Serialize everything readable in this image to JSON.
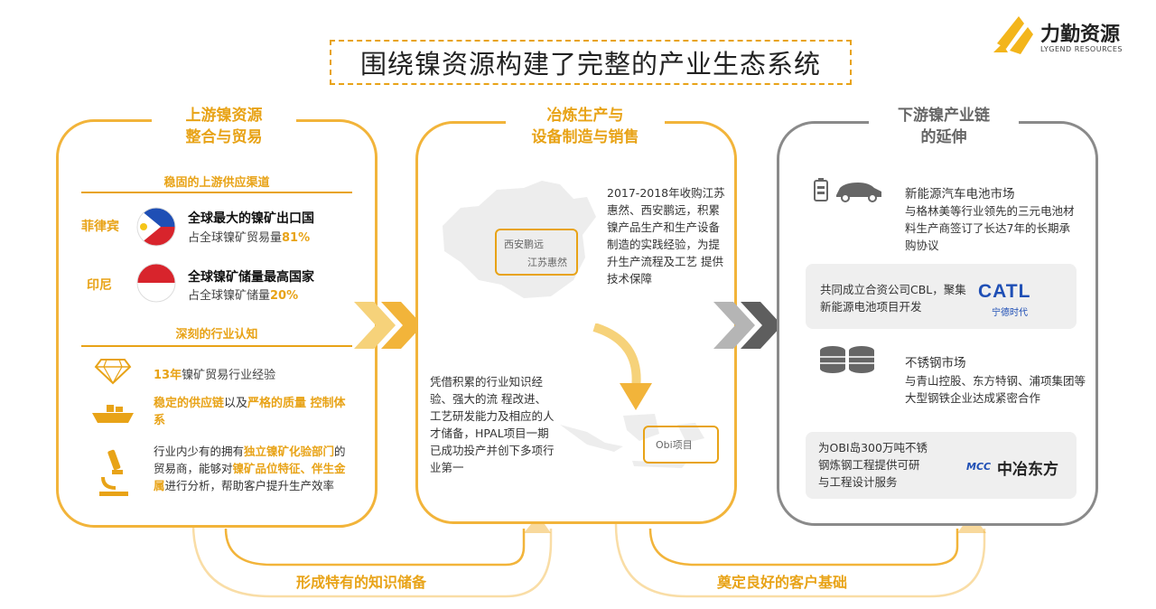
{
  "title": "围绕镍资源构建了完整的产业生态系统",
  "logo": {
    "name": "力勤资源",
    "sub": "LYGEND RESOURCES"
  },
  "upstream": {
    "title_line1": "上游镍资源",
    "title_line2": "整合与贸易",
    "section1": "稳固的上游供应渠道",
    "ph_country": "菲律宾",
    "ph_strong": "全球最大的镍矿出口国",
    "ph_sub_pre": "占全球镍矿贸易量",
    "ph_sub_val": "81%",
    "id_country": "印尼",
    "id_strong": "全球镍矿储量最高国家",
    "id_sub_pre": "占全球镍矿储量",
    "id_sub_val": "20%",
    "section2": "深刻的行业认知",
    "item1_hl": "13年",
    "item1_rest": "镍矿贸易行业经验",
    "item2_hl1": "稳定的供应链",
    "item2_mid": "以及",
    "item2_hl2": "严格的质量 控制体系",
    "item3_a": "行业内少有的拥有",
    "item3_hl1": "独立镍矿化验部门",
    "item3_b": "的贸易商，能够对",
    "item3_hl2": "镍矿品位特征、伴生金属",
    "item3_c": "进行分析，帮助客户提升生产效率"
  },
  "smelting": {
    "title_line1": "冶炼生产与",
    "title_line2": "设备制造与销售",
    "map_label1": "西安鹏远",
    "map_label2": "江苏惠然",
    "text_top": "2017-2018年收购江苏惠然、西安鹏远，积累镍产品生产和生产设备制造的实践经验，为提升生产流程及工艺 提供技术保障",
    "text_bottom": "凭借积累的行业知识经验、强大的流 程改进、工艺研发能力及相应的人才储备，HPAL项目一期已成功投产并创下多项行业第一",
    "obi_label": "Obi项目"
  },
  "downstream": {
    "title_line1": "下游镍产业链",
    "title_line2": "的延伸",
    "ev_title": "新能源汽车电池市场",
    "ev_text": "与格林美等行业领先的三元电池材料生产商签订了长达7年的长期承购协议",
    "catl_text": "共同成立合资公司CBL，聚集新能源电池项目开发",
    "catl_logo": "CATL",
    "catl_logo_sub": "宁德时代",
    "ss_title": "不锈钢市场",
    "ss_text": "与青山控股、东方特钢、浦项集团等大型钢铁企业达成紧密合作",
    "mcc_text": "为OBI岛300万吨不锈钢炼钢工程提供可研与工程设计服务",
    "mcc_logo_prefix": "MCC",
    "mcc_logo": "中冶东方"
  },
  "bottom": {
    "left": "形成特有的知识储备",
    "right": "奠定良好的客户基础"
  },
  "colors": {
    "accent": "#e8a317",
    "gray": "#8a8a8a"
  }
}
